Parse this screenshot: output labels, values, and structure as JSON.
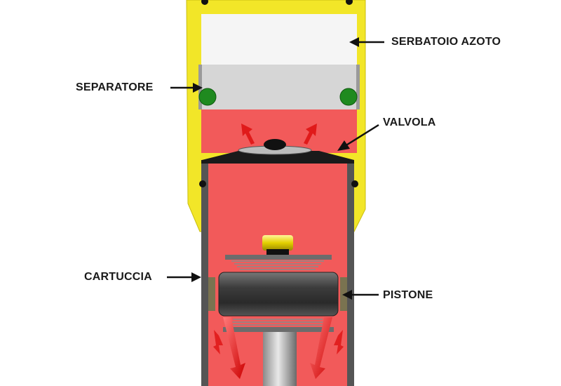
{
  "labels": {
    "nitrogen_tank": "SERBATOIO AZOTO",
    "separator": "SEPARATORE",
    "valve": "VALVOLA",
    "cartridge": "CARTUCCIA",
    "piston": "PISTONE"
  },
  "colors": {
    "outer_body": "#f2e628",
    "nitrogen_gas": "#f5f5f5",
    "separator_piston": "#d6d6d6",
    "seal_ring": "#1f8a1f",
    "oil": "#f25a5a",
    "cartridge_wall": "#555555",
    "flow_arrow": "#e01a1a",
    "piston_body": "#444444",
    "valve_stem_cap": "#d4c000",
    "label_text": "#1a1a1a"
  },
  "icons": {
    "flow_arrows": "red-flow-arrow",
    "pointer_arrows": "black-pointer-arrow"
  }
}
